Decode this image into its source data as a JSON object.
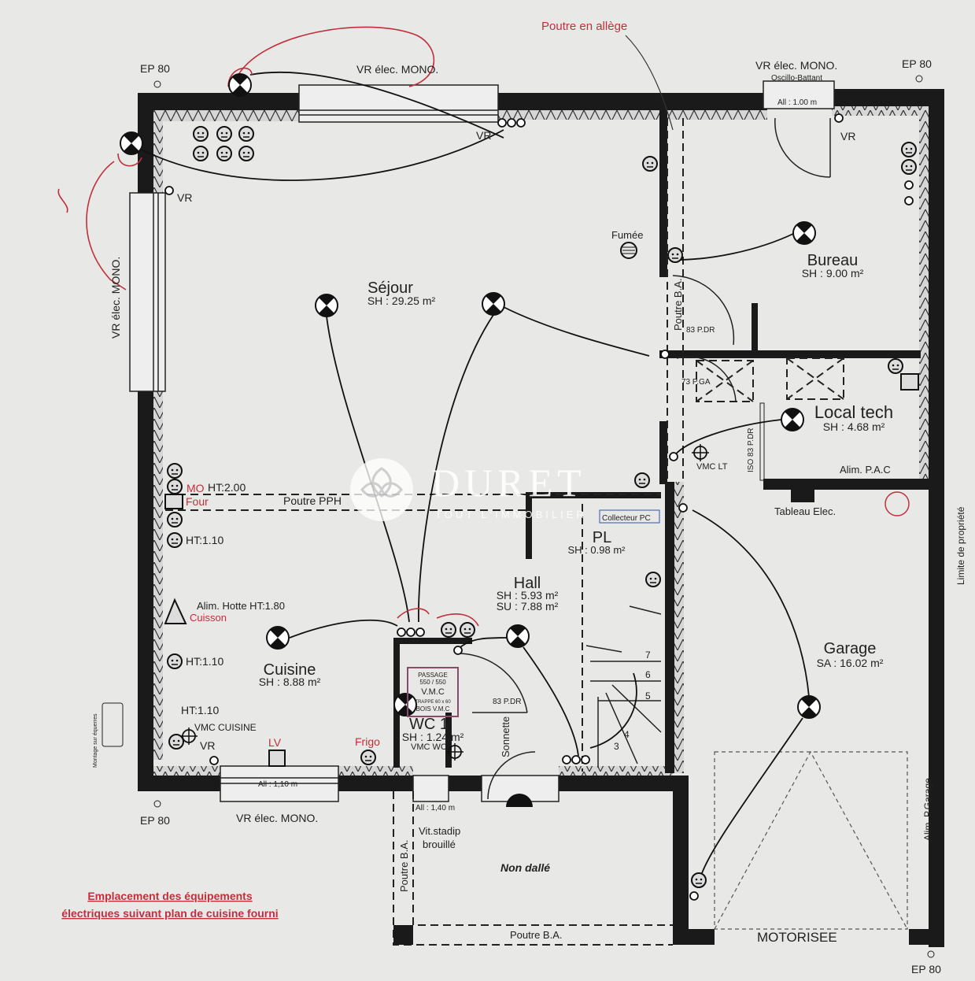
{
  "title_note": "Poutre en allège",
  "rooms": {
    "sejour": {
      "name": "Séjour",
      "area": "SH : 29.25 m²"
    },
    "bureau": {
      "name": "Bureau",
      "area": "SH : 9.00 m²"
    },
    "local_tech": {
      "name": "Local tech",
      "area": "SH : 4.68 m²"
    },
    "pl": {
      "name": "PL",
      "area": "SH : 0.98 m²"
    },
    "hall": {
      "name": "Hall",
      "area": "SH : 5.93 m²",
      "area2": "SU : 7.88 m²"
    },
    "cuisine": {
      "name": "Cuisine",
      "area": "SH : 8.88 m²"
    },
    "wc": {
      "name": "WC 1",
      "area": "SH : 1.24 m²"
    },
    "garage": {
      "name": "Garage",
      "area": "SA : 16.02 m²"
    }
  },
  "labels": {
    "ep80_tl": "EP 80",
    "ep80_tr": "EP 80",
    "ep80_bl": "EP 80",
    "ep80_br": "EP 80",
    "vr_top": "VR élec. MONO.",
    "vr_top_right": "VR élec. MONO.",
    "oscillo": "Oscillo-Battant",
    "all_100": "All : 1.00 m",
    "vr_left": "VR élec. MONO.",
    "vr_bottom": "VR élec. MONO.",
    "all_110": "All : 1,10 m",
    "all_140": "All : 1,40 m",
    "vr1": "VR",
    "vr2": "VR",
    "vr3": "VR",
    "vr4": "VR",
    "fumee": "Fumée",
    "poutre_ba_v": "Poutre B.A.",
    "p83_1": "83 P.DR",
    "p73": "73 P.GA",
    "iso83": "ISO 83 P.DR",
    "vmc_lt": "VMC LT",
    "alim_pac": "Alim. P.A.C",
    "tableau": "Tableau Elec.",
    "collecteur": "Collecteur PC",
    "poutre_pph": "Poutre PPH",
    "mo": "MO",
    "ht200": "HT:2.00",
    "four": "Four",
    "ht110a": "HT:1.10",
    "alim_hotte": "Alim. Hotte HT:1.80",
    "cuisson": "Cuisson",
    "ht110b": "HT:1.10",
    "ht110c": "HT:1.10",
    "vmc_cuisine": "VMC CUISINE",
    "lv": "LV",
    "frigo": "Frigo",
    "passage1": "PASSAGE",
    "passage2": "550 / 550",
    "passage3": "V.M.C",
    "passage4": "TRAPPE 60 x 60",
    "passage5": "BOIS V.M.C",
    "vmc_wc": "VMC WC",
    "p83_2": "83 P.DR",
    "sonnette": "Sonnette",
    "stairs": [
      "3",
      "4",
      "5",
      "6",
      "7"
    ],
    "vit": "Vit.stadip",
    "brouille": "brouillé",
    "non_dalle": "Non dallé",
    "poutre_ba_bl": "Poutre B.A.",
    "poutre_ba_b": "Poutre B.A.",
    "motorisee": "MOTORISEE",
    "alim_garage": "Alim. P.Garage",
    "limite": "Limite de propriété",
    "montage": "Montage sur équerres"
  },
  "note": {
    "line1": "Emplacement des équipements",
    "line2": "électriques suivant plan de cuisine fourni"
  },
  "watermark": {
    "brand": "DURET",
    "tagline": "TOUT L'IMMOBILIER"
  },
  "colors": {
    "annotation": "#c0303a",
    "wall": "#1a1a1a",
    "paper": "#e8e8e6"
  }
}
